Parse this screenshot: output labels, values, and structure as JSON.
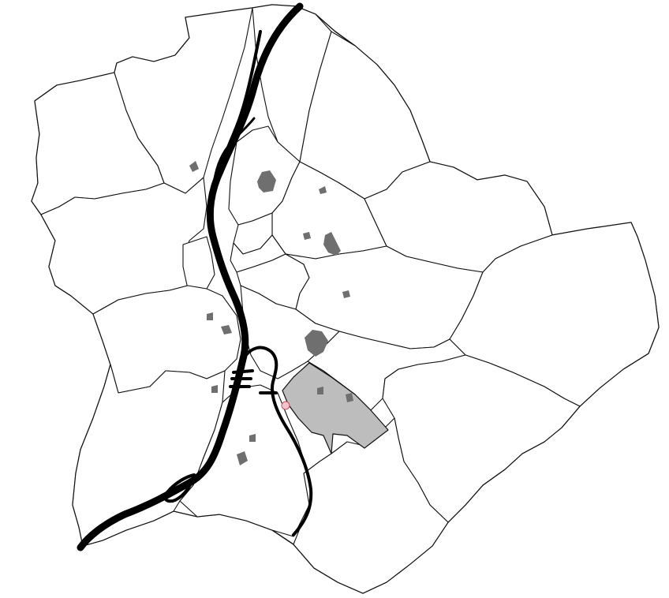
{
  "map": {
    "colors": {
      "background": "#ffffff",
      "border": "#111111",
      "river": "#000000",
      "selected_fill": "#bdbdbd",
      "feature_fill": "#6f6f6f",
      "marker_fill": "#f2c5cc",
      "marker_stroke": "#c0505e"
    },
    "layers": [
      "district-boundaries",
      "danube-river",
      "ponds",
      "selected-district",
      "location-marker"
    ]
  }
}
